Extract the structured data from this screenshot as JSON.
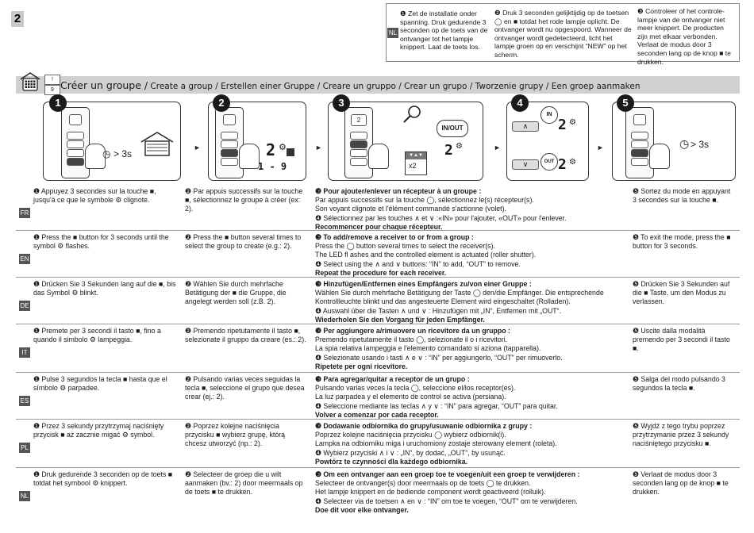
{
  "page": {
    "number": "2"
  },
  "top_box": {
    "lang": "NL",
    "col1": "❶ Zet de installatie onder spanning. Druk gedurende 3 seconden op de toets van de ontvanger tot het lampje knippert. Laat de toets los.",
    "col2": "❷ Druk 3 seconden gelijktijdig op de toetsen ◯ en ■ totdat het rode lampje oplicht. De ontvanger wordt nu opgespoord. Wanneer de ontvanger wordt gedetecteerd, licht het lampje groen op en verschijnt “NEW” op het scherm.",
    "col3": "❸ Controleer of het controle-lampje van de ontvanger niet meer knippert. De producten zijn met elkaar verbonden. Verlaat de modus door 3 seconden lang op de knop ■ te drukken."
  },
  "title": {
    "icon_top": "!",
    "icon_bottom": "9",
    "main": "Créer un groupe /",
    "rest": " Create a group / Erstellen einer Gruppe / Creare un gruppo / Crear un grupo / Tworzenie grupy / Een groep aanmaken"
  },
  "steps": [
    {
      "num": "1",
      "timer": "> 3s"
    },
    {
      "num": "2",
      "display": "2",
      "range": "1 - 9"
    },
    {
      "num": "3",
      "display": "2",
      "in": "IN",
      "out": "OUT",
      "mult": "x2"
    },
    {
      "num": "4",
      "in": "IN",
      "out": "OUT",
      "display": "2"
    },
    {
      "num": "5",
      "timer": "> 3s"
    }
  ],
  "rows": [
    {
      "lang": "FR",
      "c1": "❶ Appuyez 3 secondes sur la touche ■, jusqu'à ce que le symbole ⚙ clignote.",
      "c2": "❷ Par appuis successifs sur la touche ■, sélectionnez le groupe à créer (ex: 2).",
      "c3_title": "❸ Pour ajouter/enlever un récepteur à un groupe :",
      "c3_l1": "Par appuis successifs sur la touche ◯, sélectionnez le(s) récepteur(s).",
      "c3_l2": "Son voyant clignote et l'élément commandé s'actionne (volet).",
      "c3_l3": "❹ Sélectionnez par les touches ∧ et ∨ :«IN» pour l'ajouter, «OUT» pour l'enlever.",
      "c3_l4": "Recommencer pour chaque récepteur.",
      "c4": "❺ Sortez du mode en appuyant 3 secondes sur la touche ■."
    },
    {
      "lang": "EN",
      "c1": "❶ Press the ■ button for 3 seconds until the symbol ⚙ flashes.",
      "c2": "❷ Press the ■ button several times to select the group to create (e.g.: 2).",
      "c3_title": "❸ To add/remove a receiver to or from a group :",
      "c3_l1": "Press the ◯ button several times to select the receiver(s).",
      "c3_l2": "The LED fl ashes and the controlled element is actuated (roller shutter).",
      "c3_l3": "❹ Select using the ∧ and ∨ buttons: “IN” to add, “OUT” to remove.",
      "c3_l4": "Repeat the procedure for each receiver.",
      "c4": "❺ To exit the mode, press the ■ button for 3 seconds."
    },
    {
      "lang": "DE",
      "c1": "❶ Drücken Sie 3 Sekunden lang auf die ■, bis das Symbol ⚙ blinkt.",
      "c2": "❷ Wählen Sie durch mehrfache Betätigung der ■ die Gruppe, die angelegt werden soll (z.B. 2).",
      "c3_title": "❸ Hinzufügen/Entfernen eines Empfängers zu/von einer Gruppe :",
      "c3_l1": "Wählen Sie durch mehrfache Betätigung der Taste ◯ den/die Empfänger. Die entsprechende",
      "c3_l2": "Kontrollleuchte blinkt und das angesteuerte Element wird eingeschaltet (Rolladen).",
      "c3_l3": "❹ Auswahl über die Tasten ∧ und ∨ : Hinzufügen mit „IN“, Entfernen mit „OUT“.",
      "c3_l4": "Wiederholen Sie den Vorgang für jeden Empfänger.",
      "c4": "❺ Drücken Sie 3 Sekunden auf die ■ Taste, um den Modus zu verlassen."
    },
    {
      "lang": "IT",
      "c1": "❶ Premete per 3 secondi il tasto ■, fino a quando il simbolo ⚙ lampeggia.",
      "c2": "❷ Premendo ripetutamente il tasto ■, selezionate il gruppo da creare (es.: 2).",
      "c3_title": "❸ Per aggiungere a/rimuovere un ricevitore da un gruppo :",
      "c3_l1": "Premendo ripetutamente il tasto ◯, selezionate il o i ricevitori.",
      "c3_l2": "La spia relativa lampeggia e l'elemento comandato si aziona (tapparella).",
      "c3_l3": "❹ Selezionate usando i tasti ∧ e ∨ : “IN” per aggiungerlo, “OUT” per rimuoverlo.",
      "c3_l4": "Ripetete per ogni ricevitore.",
      "c4": "❺ Uscite dalla modalità premendo per 3 secondi il tasto ■."
    },
    {
      "lang": "ES",
      "c1": "❶ Pulse 3 segundos la tecla ■ hasta que el símbolo ⚙ parpadee.",
      "c2": "❷ Pulsando varias veces seguidas la tecla ■, seleccione el grupo que desea crear (ej.: 2).",
      "c3_title": "❸ Para agregar/quitar a receptor de un grupo :",
      "c3_l1": "Pulsando varias veces la tecla ◯, seleccione el/los receptor(es).",
      "c3_l2": "La luz parpadea y el elemento de control se activa (persiana).",
      "c3_l3": "❹ Seleccione mediante las teclas ∧ y ∨ : “IN” para agregar, “OUT” para quitar.",
      "c3_l4": "Volver a comenzar por cada receptor.",
      "c4": "❺ Salga del modo pulsando 3 segundos la tecla ■."
    },
    {
      "lang": "PL",
      "c1": "❶ Przez 3 sekundy przytrzymaj naciśnięty przycisk ■ aż zacznie migać ⚙ symbol.",
      "c2": "❷ Poprzez kolejne naciśnięcia przycisku ■ wybierz grupę, którą chcesz utworzyć (np.: 2).",
      "c3_title": "❸ Dodawanie odbiornika do grupy/usuwanie odbiornika z grupy :",
      "c3_l1": "Poprzez kolejne naciśnięcia przycisku ◯ wybierz odbiornik(i).",
      "c3_l2": "Lampka na odbiorniku miga i uruchomiony zostaje sterowany element (roleta).",
      "c3_l3": "❹ Wybierz przyciski ∧ i ∨ : „IN“, by dodać, „OUT“, by usunąć.",
      "c3_l4": "Powtórz te czynności dla każdego odbiornika.",
      "c4": "❺ Wyjdź z tego trybu poprzez przytrzymanie przez 3 sekundy naciśniętego przycisku ■."
    },
    {
      "lang": "NL",
      "c1": "❶ Druk gedurende 3 seconden op de toets ■ totdat het symbool ⚙ knippert.",
      "c2": "❷ Selecteer de groep die u wilt aanmaken (bv.: 2) door meermaals op de toets ■ te drukken.",
      "c3_title": "❸ Om een ontvanger aan een groep toe te voegen/uit een groep te verwijderen :",
      "c3_l1": "Selecteer de ontvanger(s) door meermaals op de toets ◯ te drukken.",
      "c3_l2": "Het lampje knippert en de bediende component wordt geactiveerd (rolluik).",
      "c3_l3": "❹ Selecteer via de toetsen ∧ en ∨ : “IN” om toe te voegen, “OUT” om te verwijderen.",
      "c3_l4": "Doe dit voor elke ontvanger.",
      "c4": "❺ Verlaat de modus door 3 seconden lang op de knop ■ te drukken."
    }
  ]
}
